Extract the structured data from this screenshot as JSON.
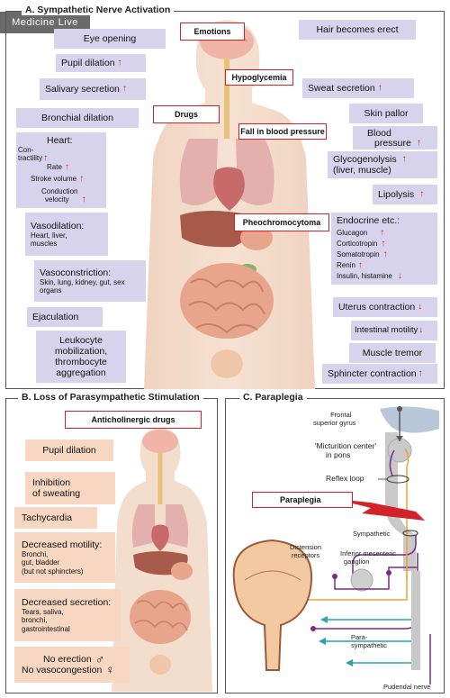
{
  "watermark": "Medicine Live",
  "sectionA": {
    "title": "A. Sympathetic Nerve Activation",
    "left": {
      "eye": "Eye opening",
      "pupil": "Pupil dilation",
      "salivary": "Salivary secretion",
      "bronchial": "Bronchial dilation",
      "heart": {
        "title": "Heart:",
        "contractility1": "Con-",
        "contractility2": "tractility",
        "rate": "Rate",
        "stroke": "Stroke volume",
        "conduction1": "Conduction",
        "conduction2": "velocity"
      },
      "vasodilation": {
        "title": "Vasodilation:",
        "detail": "Heart, liver, muscles"
      },
      "vasoconstriction": {
        "title": "Vasoconstriction:",
        "detail": "Skin, lung, kidney, gut, sex organs"
      },
      "ejaculation": "Ejaculation",
      "leukocyte": "Leukocyte mobilization, thrombocyte aggregation"
    },
    "center": {
      "emotions": "Emotions",
      "hypoglycemia": "Hypoglycemia",
      "drugs": "Drugs",
      "fall_bp": "Fall in blood pressure",
      "pheo": "Pheochromocytoma"
    },
    "right": {
      "hair": "Hair becomes erect",
      "sweat": "Sweat secretion",
      "pallor": "Skin pallor",
      "bp1": "Blood",
      "bp2": "pressure",
      "glyco1": "Glycogenolysis",
      "glyco2": "(liver, muscle)",
      "lipolysis": "Lipolysis",
      "endocrine": {
        "title": "Endocrine etc.:",
        "glucagon": "Glucagon",
        "corticotropin": "Corticotropin",
        "somatotropin": "Somatotropin",
        "renin": "Renin",
        "insulin": "Insulin, histamine"
      },
      "uterus": "Uterus contraction",
      "intestinal": "Intestinal motility",
      "tremor": "Muscle tremor",
      "sphincter": "Sphincter contraction"
    }
  },
  "sectionB": {
    "title": "B. Loss of Parasympathetic Stimulation",
    "anticholinergic": "Anticholinergic drugs",
    "pupil": "Pupil dilation",
    "inhibition1": "Inhibition",
    "inhibition2": "of sweating",
    "tachy": "Tachycardia",
    "motility": {
      "title": "Decreased motility:",
      "d1": "Bronchi,",
      "d2": "gut, bladder",
      "d3": "(but not sphincters)"
    },
    "secretion": {
      "title": "Decreased secretion:",
      "d1": "Tears, saliva,",
      "d2": "bronchi,",
      "d3": "gastrointestinal"
    },
    "erection": "No erection",
    "vasocongestion": "No vasocongestion"
  },
  "sectionC": {
    "title": "C. Paraplegia",
    "frontal1": "Frontal",
    "frontal2": "superior gyrus",
    "micturition1": "'Micturition center'",
    "micturition2": "in pons",
    "reflex": "Reflex loop",
    "paraplegia": "Paraplegia",
    "sympathetic": "Sympathetic",
    "distension1": "Distension",
    "distension2": "receptors",
    "imganglion1": "Inferior mesenteric",
    "imganglion2": "ganglion",
    "para1": "Para-",
    "para2": "sympathetic",
    "pudendal": "Pudendal nerve"
  },
  "symbols": {
    "up": "↑",
    "down": "↓",
    "male": "♂",
    "female": "♀"
  },
  "colors": {
    "label_bg": "#d7d3ec",
    "peach_bg": "#f7d7c2",
    "red": "#d2232a",
    "purple": "#7a2a8a",
    "orange": "#f2a13c",
    "teal": "#2aa3b5"
  }
}
